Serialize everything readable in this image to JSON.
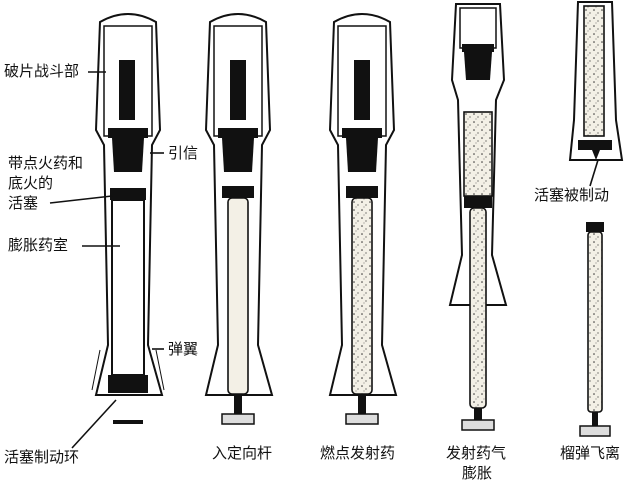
{
  "labels": {
    "fragment_warhead": "破片战斗部",
    "fuze": "引信",
    "piston_line1": "带点火药和",
    "piston_line2": "底火的",
    "piston_line3": "活塞",
    "expansion_chamber": "膨胀药室",
    "fins": "弹翼",
    "piston_stop_ring": "活塞制动环",
    "piston_braked": "活塞被制动"
  },
  "stages": [
    {
      "caption": "入定向杆"
    },
    {
      "caption": "燃点发射药"
    },
    {
      "caption_line1": "发射药气",
      "caption_line2": "膨胀"
    },
    {
      "caption": "榴弹飞离"
    }
  ]
}
